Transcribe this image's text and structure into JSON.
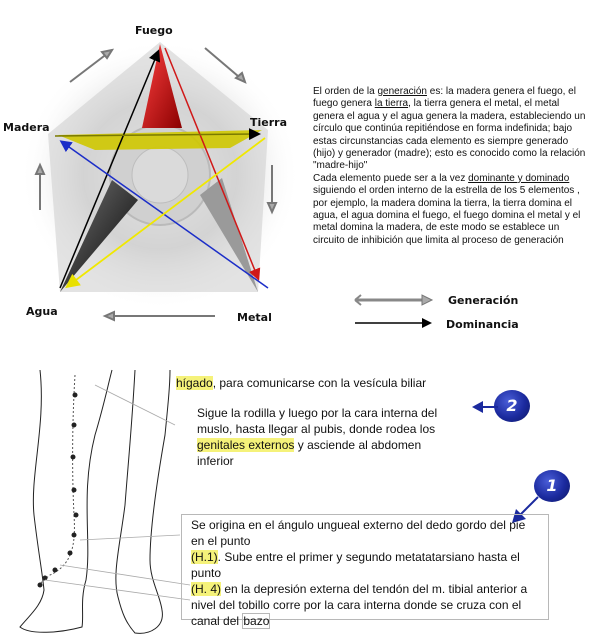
{
  "pentagram": {
    "labels": {
      "fuego": "Fuego",
      "tierra": "Tierra",
      "madera": "Madera",
      "agua": "Agua",
      "metal": "Metal"
    },
    "colors": {
      "fuego": "#d01818",
      "tierra": "#cfc800",
      "madera": "#1a1a1a",
      "generation_fuego_metal": "#d01818",
      "tierra_agua": "#f4f000",
      "madera_metal": "#1c2ec8",
      "agua_fuego": "#000000"
    }
  },
  "description": {
    "p1_pre": "El orden de la ",
    "p1_link": "generación",
    "p1_mid": " es: la madera genera el fuego, el fuego genera ",
    "p1_link2": "la tierra",
    "p1_post": ", la tierra genera el metal, el metal genera el agua y el agua genera la madera, estableciendo un círculo que continúa repitiéndose en forma indefinida; bajo estas circunstancias cada elemento es siempre generado (hijo) y generador (madre); esto es conocido como la relación \"madre-hijo\"",
    "p2_pre": "Cada elemento puede ser a la vez ",
    "p2_link": "dominante y dominado",
    "p2_post": " siguiendo el  orden  interno de la estrella de los 5 elementos , por ejemplo, la madera domina la tierra, la tierra domina el agua, el agua domina el fuego, el fuego domina el metal y el metal domina la madera, de este modo se establece un circuito de inhibición que limita al proceso de generación"
  },
  "legend": {
    "generation": "Generación",
    "dominance": "Dominancia"
  },
  "meridian": {
    "top_text": "hígado",
    "top_text_post": ", para comunicarse  con la vesícula biliar",
    "section2": {
      "number": "2",
      "line1": "Sigue  la rodilla y luego por  la cara interna del muslo, hasta llegar al pubis, donde rodea los",
      "highlight": "genitales externos",
      "line2": " y  asciende al abdomen inferior"
    },
    "section1": {
      "number": "1",
      "line1": "Se origina  en el ángulo ungueal externo del dedo gordo del pie en el punto",
      "point1": "(H.1)",
      "line2": ". Sube entre el primer y segundo metatatarsiano hasta el punto",
      "point2": "(H. 4)",
      "line3": " en la depresión externa del tendón del m. tibial anterior a nivel del tobillo corre por la cara interna donde se cruza con el canal del ",
      "link": "bazo"
    }
  }
}
